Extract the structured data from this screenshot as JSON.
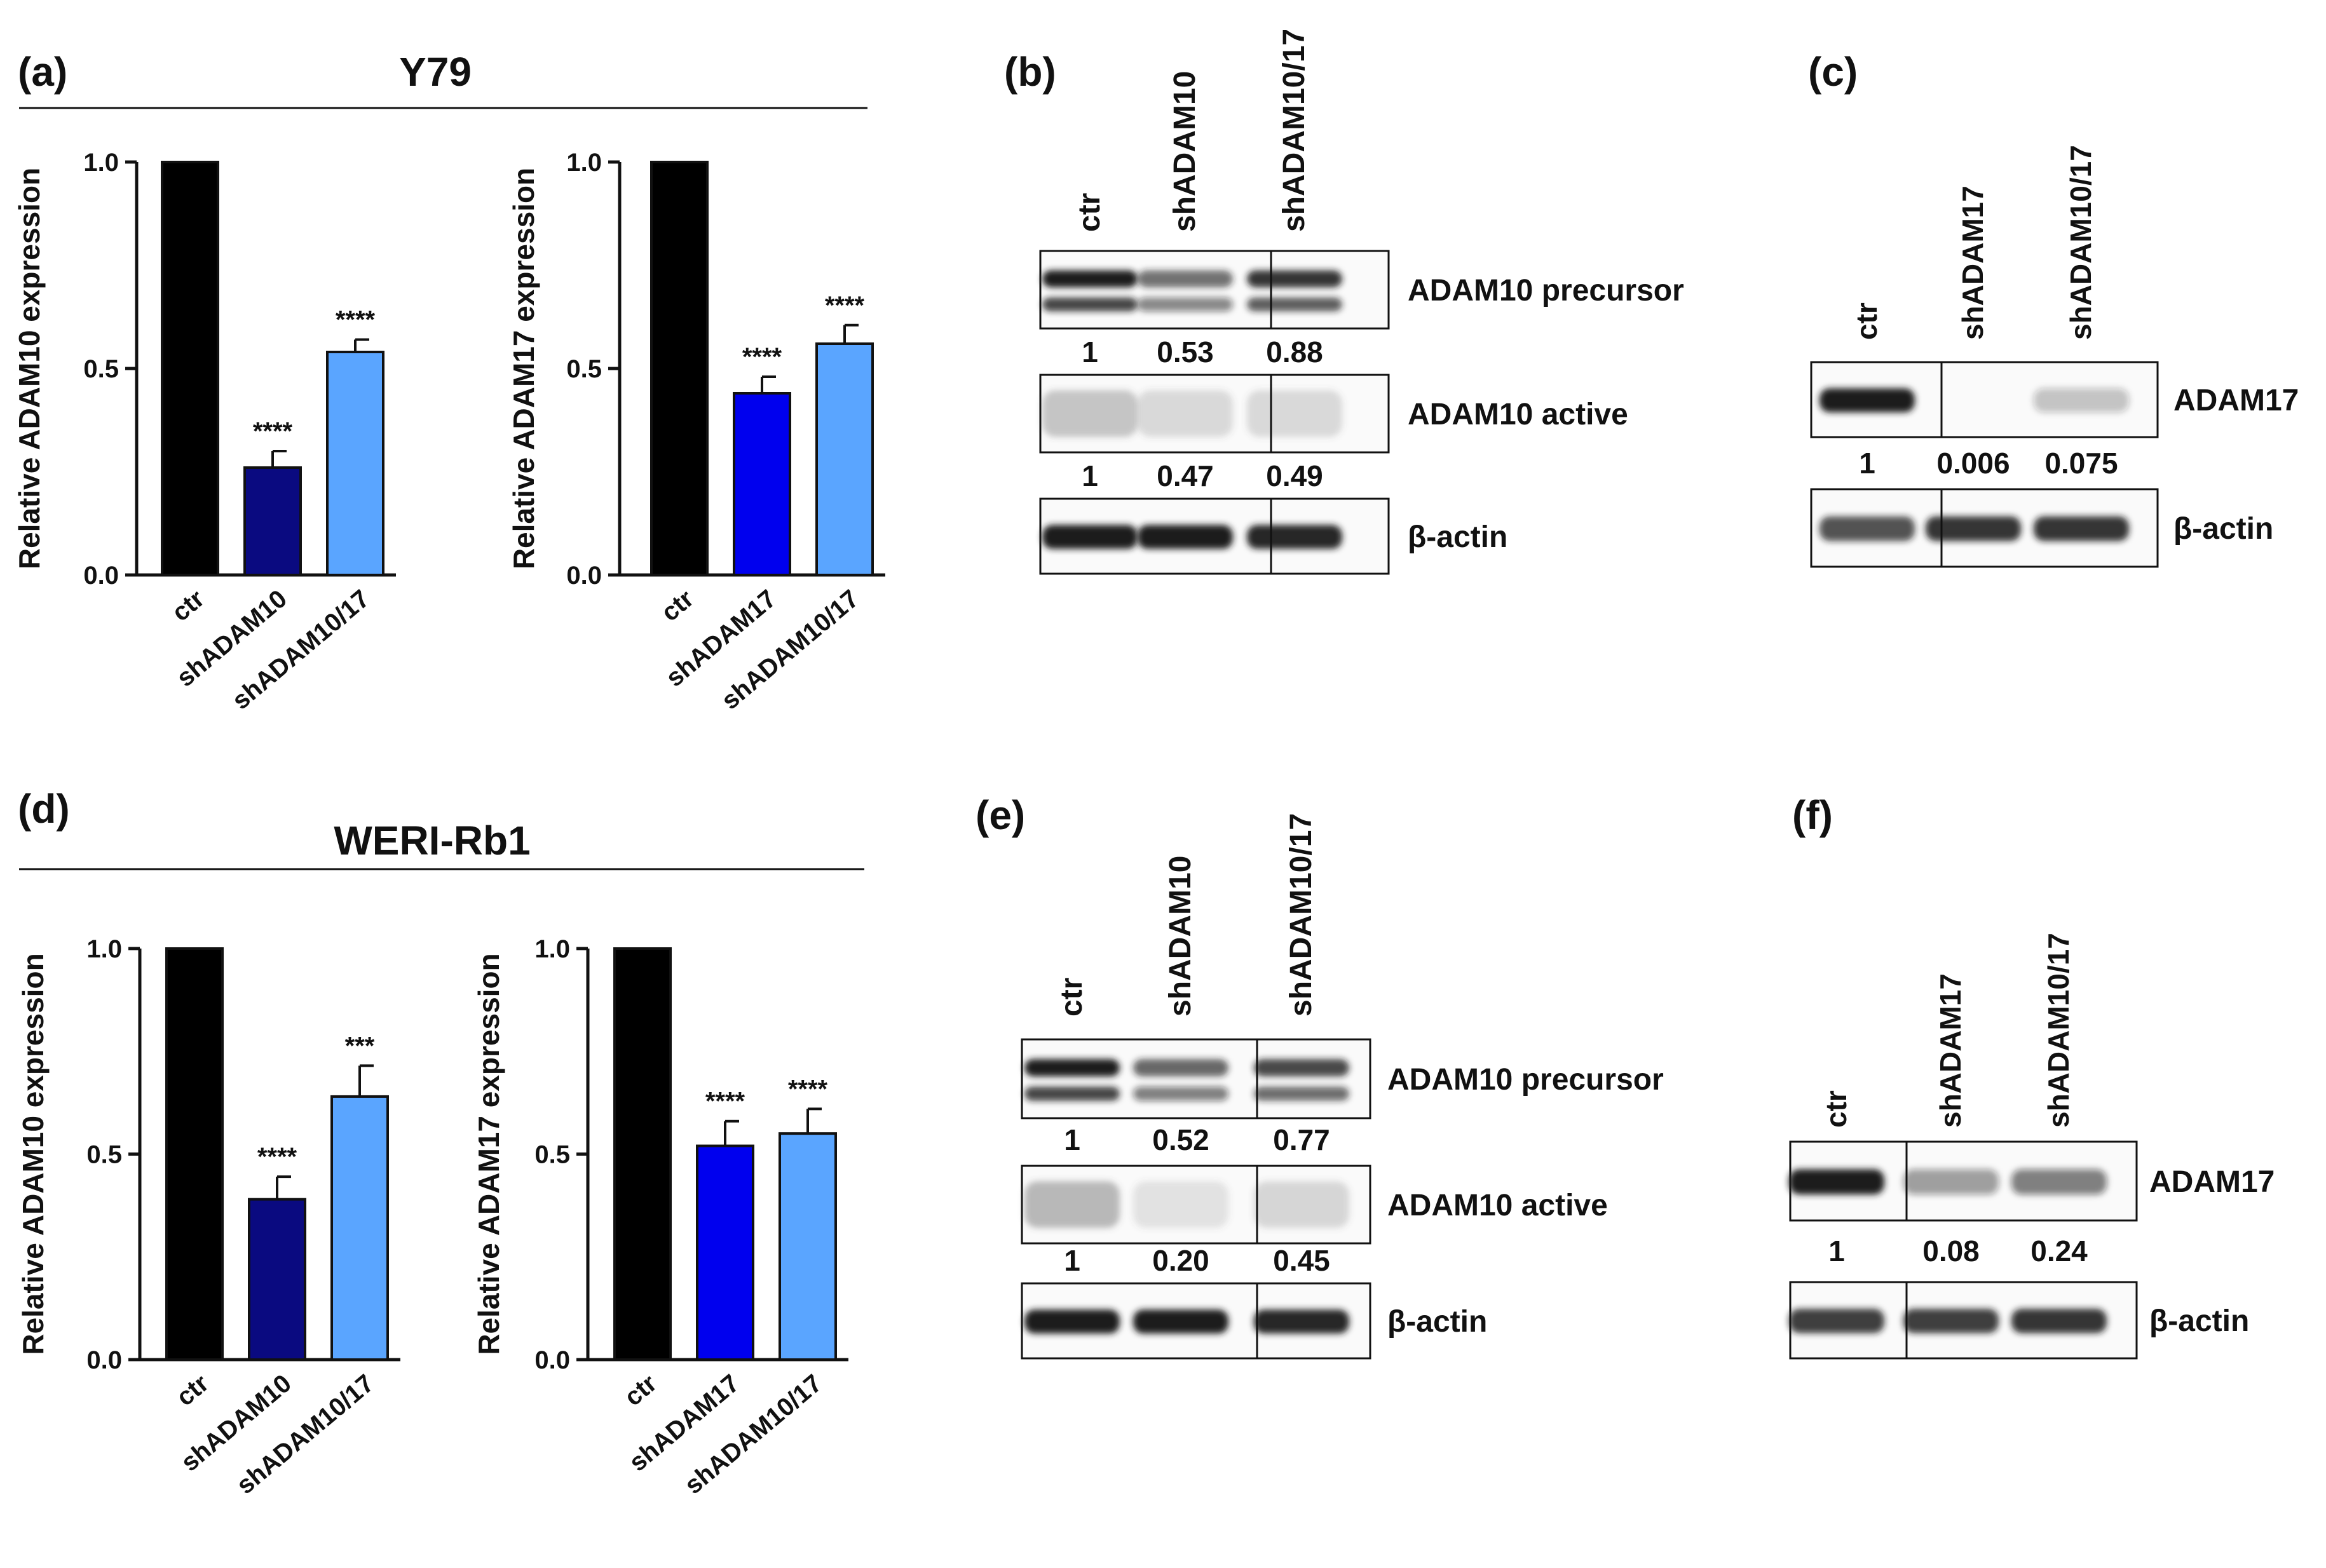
{
  "figure": {
    "panel_labels": [
      "(a)",
      "(b)",
      "(c)",
      "(d)",
      "(e)",
      "(f)"
    ],
    "cell_lines": [
      "Y79",
      "WERI-Rb1"
    ]
  },
  "colors": {
    "ctr": "#000000",
    "shADAM10": "#0a0a80",
    "shADAM17": "#0000ee",
    "shADAM10_17": "#5aa5ff"
  },
  "chart_data": [
    {
      "panel": "a",
      "type": "bar",
      "categories": [
        "ctr",
        "shADAM10",
        "shADAM10/17"
      ],
      "values": [
        1.0,
        0.26,
        0.54
      ],
      "errors": [
        0,
        0.04,
        0.03
      ],
      "significance": [
        "",
        "****",
        "****"
      ],
      "ylabel": "Relative ADAM10 expression",
      "ylim": [
        0,
        1
      ],
      "yticks": [
        "0.0",
        "0.5",
        "1.0"
      ],
      "color_keys": [
        "ctr",
        "shADAM10",
        "shADAM10_17"
      ]
    },
    {
      "panel": "a",
      "type": "bar",
      "categories": [
        "ctr",
        "shADAM17",
        "shADAM10/17"
      ],
      "values": [
        1.0,
        0.44,
        0.56
      ],
      "errors": [
        0,
        0.04,
        0.045
      ],
      "significance": [
        "",
        "****",
        "****"
      ],
      "ylabel": "Relative ADAM17 expression",
      "ylim": [
        0,
        1
      ],
      "yticks": [
        "0.0",
        "0.5",
        "1.0"
      ],
      "color_keys": [
        "ctr",
        "shADAM17",
        "shADAM10_17"
      ]
    },
    {
      "panel": "d",
      "type": "bar",
      "categories": [
        "ctr",
        "shADAM10",
        "shADAM10/17"
      ],
      "values": [
        1.0,
        0.39,
        0.64
      ],
      "errors": [
        0,
        0.055,
        0.075
      ],
      "significance": [
        "",
        "****",
        "***"
      ],
      "ylabel": "Relative ADAM10 expression",
      "ylim": [
        0,
        1
      ],
      "yticks": [
        "0.0",
        "0.5",
        "1.0"
      ],
      "color_keys": [
        "ctr",
        "shADAM10",
        "shADAM10_17"
      ]
    },
    {
      "panel": "d",
      "type": "bar",
      "categories": [
        "ctr",
        "shADAM17",
        "shADAM10/17"
      ],
      "values": [
        1.0,
        0.52,
        0.55
      ],
      "errors": [
        0,
        0.06,
        0.06
      ],
      "significance": [
        "",
        "****",
        "****"
      ],
      "ylabel": "Relative ADAM17 expression",
      "ylim": [
        0,
        1
      ],
      "yticks": [
        "0.0",
        "0.5",
        "1.0"
      ],
      "color_keys": [
        "ctr",
        "shADAM17",
        "shADAM10_17"
      ]
    }
  ],
  "blots": [
    {
      "panel": "b",
      "lanes": [
        "ctr",
        "shADAM10",
        "shADAM10/17"
      ],
      "rows": [
        {
          "label": "ADAM10 precursor",
          "intensities": [
            1.0,
            0.55,
            0.85
          ],
          "quant": [
            "1",
            "0.53",
            "0.88"
          ]
        },
        {
          "label": "ADAM10 active",
          "intensities": [
            0.45,
            0.2,
            0.22
          ],
          "quant": [
            "1",
            "0.47",
            "0.49"
          ]
        },
        {
          "label": "β-actin",
          "intensities": [
            1.0,
            1.0,
            0.95
          ]
        }
      ]
    },
    {
      "panel": "c",
      "lanes": [
        "ctr",
        "shADAM17",
        "shADAM10/17"
      ],
      "rows": [
        {
          "label": "ADAM17",
          "intensities": [
            1.0,
            0.0,
            0.12
          ],
          "quant": [
            "1",
            "0.006",
            "0.075"
          ]
        },
        {
          "label": "β-actin",
          "intensities": [
            0.7,
            0.85,
            0.85
          ]
        }
      ]
    },
    {
      "panel": "e",
      "lanes": [
        "ctr",
        "shADAM10",
        "shADAM10/17"
      ],
      "rows": [
        {
          "label": "ADAM10 precursor",
          "intensities": [
            1.0,
            0.6,
            0.75
          ],
          "quant": [
            "1",
            "0.52",
            "0.77"
          ]
        },
        {
          "label": "ADAM10 active",
          "intensities": [
            0.6,
            0.12,
            0.25
          ],
          "quant": [
            "1",
            "0.20",
            "0.45"
          ]
        },
        {
          "label": "β-actin",
          "intensities": [
            1.0,
            1.0,
            0.95
          ]
        }
      ]
    },
    {
      "panel": "f",
      "lanes": [
        "ctr",
        "shADAM17",
        "shADAM10/17"
      ],
      "rows": [
        {
          "label": "ADAM17",
          "intensities": [
            1.0,
            0.3,
            0.45
          ],
          "quant": [
            "1",
            "0.08",
            "0.24"
          ]
        },
        {
          "label": "β-actin",
          "intensities": [
            0.8,
            0.8,
            0.85
          ]
        }
      ]
    }
  ]
}
